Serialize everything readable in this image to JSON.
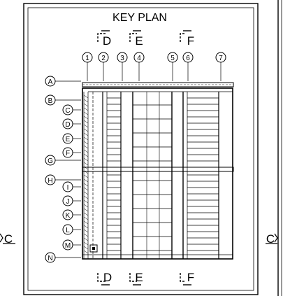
{
  "key_plan": {
    "title": "KEY PLAN"
  },
  "grid_columns": [
    "1",
    "2",
    "3",
    "4",
    "5",
    "6",
    "7"
  ],
  "grid_rows": [
    "A",
    "B",
    "C",
    "D",
    "E",
    "F",
    "G",
    "H",
    "I",
    "J",
    "K",
    "L",
    "M",
    "N"
  ],
  "section_markers": {
    "top": [
      "D",
      "E",
      "F"
    ],
    "bottom": [
      "D",
      "E",
      "F"
    ],
    "left": "C",
    "right": "C"
  },
  "colors": {
    "line": "#000000",
    "background": "#ffffff"
  }
}
